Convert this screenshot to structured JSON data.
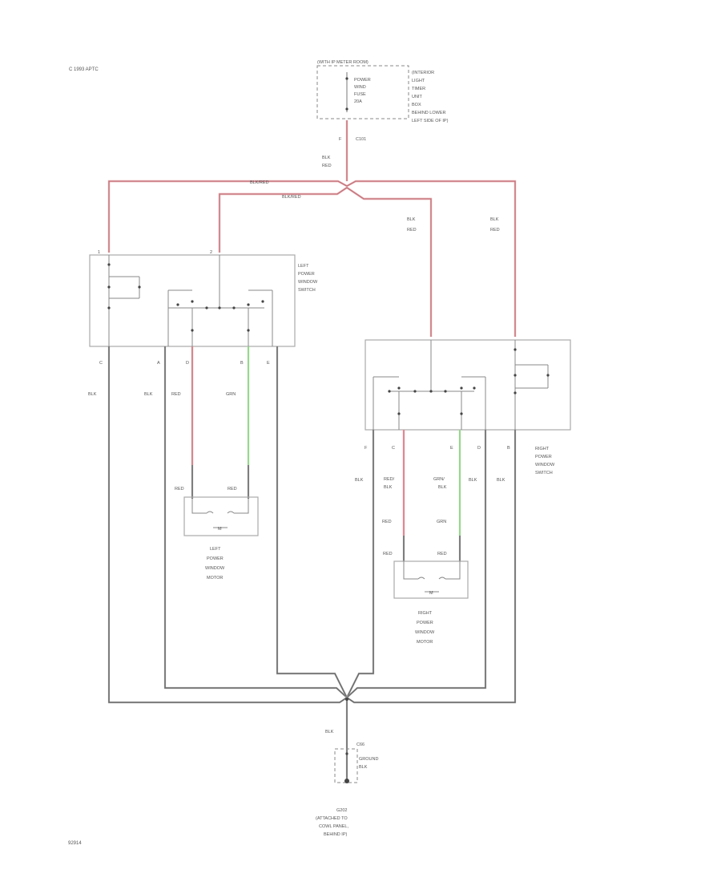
{
  "corner_label": "C  1993 APTC",
  "page_number": "92914",
  "fuse": {
    "header": "(WITH IP METER ROOM)",
    "fuse_text": [
      "POWER",
      "WIND",
      "FUSE",
      "20A"
    ],
    "location_note": [
      "(INTERIOR",
      "LIGHT",
      "TIMER",
      "UNIT",
      "BOX",
      "BEHIND LOWER",
      "LEFT SIDE OF IP)"
    ],
    "terminal": "F",
    "connector": "C101"
  },
  "wire_labels": {
    "main_feed": [
      "BLK",
      "RED"
    ],
    "splice_left": "BLK/RED",
    "splice_right": "BLK/RED",
    "right_feed_1": [
      "BLK",
      "RED"
    ],
    "right_feed_2": [
      "BLK",
      "RED"
    ]
  },
  "left_switch": {
    "name": [
      "LEFT",
      "POWER",
      "WINDOW",
      "SWITCH"
    ],
    "pins_top": [
      "1",
      "2"
    ],
    "pins_bottom": [
      "C",
      "A",
      "D",
      "B",
      "E"
    ],
    "wires": [
      "BLK",
      "BLK",
      "RED",
      "GRN"
    ]
  },
  "right_switch": {
    "name": [
      "RIGHT",
      "POWER",
      "WINDOW",
      "SWITCH"
    ],
    "pins_bottom": [
      "F",
      "C",
      "E",
      "D",
      "B"
    ],
    "wires": [
      "BLK",
      "RED/",
      "BLK",
      "GRN/",
      "BLK",
      "BLK",
      "BLK"
    ]
  },
  "left_motor": {
    "name": [
      "LEFT",
      "POWER",
      "WINDOW",
      "MOTOR"
    ],
    "connectors": [
      "RED",
      "RED"
    ],
    "symbol": "M"
  },
  "right_motor": {
    "name": [
      "RIGHT",
      "POWER",
      "WINDOW",
      "MOTOR"
    ],
    "wires": [
      "RED",
      "GRN"
    ],
    "connectors": [
      "RED",
      "RED"
    ],
    "symbol": "M"
  },
  "ground": {
    "wire": "BLK",
    "connector": "C66",
    "box_text": [
      "GROUND",
      "BLK"
    ],
    "location": [
      "G202",
      "(ATTACHED TO",
      "COWL PANEL,",
      "BEHIND IP)"
    ]
  }
}
